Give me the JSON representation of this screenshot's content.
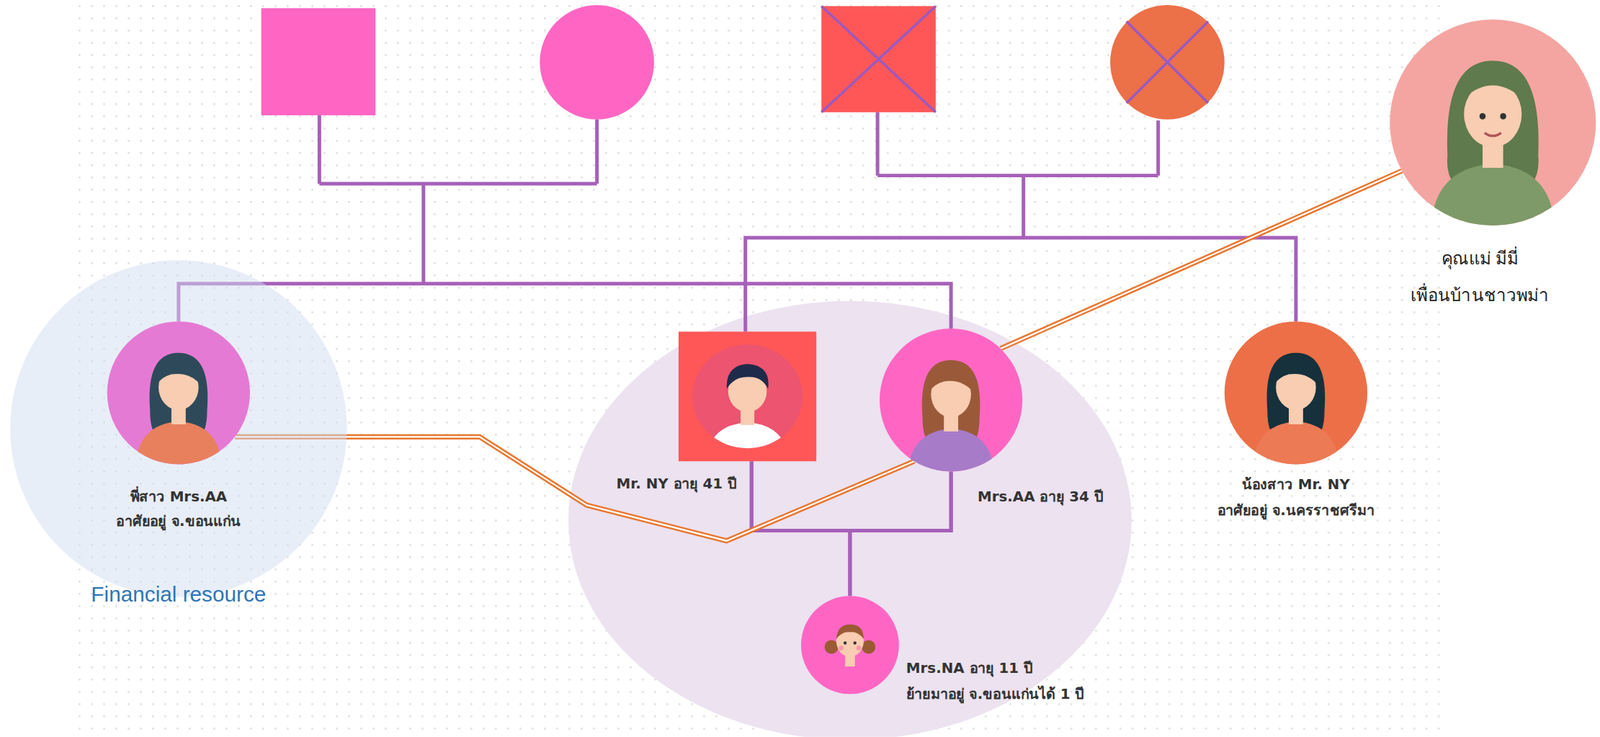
{
  "diagram": {
    "nodes": [
      {
        "text": [
          "คุณแม่ มีมี่",
          "เพื่อนบ้านชาวพม่า"
        ]
      },
      {
        "text": [
          "Financial resource"
        ]
      },
      {
        "text": [
          "พี่สาว Mrs.AA",
          "อาศัยอยู่ จ.ขอนแก่น"
        ],
        "in": 1
      },
      {
        "text": [
          "Mr. NY อายุ 41 ปี"
        ]
      },
      {
        "text": [
          "Mrs.AA อายุ 34 ปี"
        ]
      },
      {
        "text": [
          "น้องสาว Mr. NY",
          "อาศัยอยู่ จ.นครราชศรีมา"
        ]
      },
      {
        "text": [
          "Mrs.NA อายุ 11 ปี",
          "ย้ายมาอยู่ จ.ขอนแก่นได้ 1 ปี"
        ]
      }
    ],
    "edges": [
      {
        "from": 2,
        "to": 4,
        "arrow": "none"
      },
      {
        "from": 3,
        "to": 5,
        "arrow": "none"
      },
      {
        "from": 3,
        "to": 4,
        "arrow": "none"
      },
      {
        "from": 3,
        "to": 6,
        "arrow": "none"
      },
      {
        "from": 4,
        "to": 6,
        "arrow": "none"
      },
      {
        "from": 2,
        "to": 4,
        "arrow": "none"
      },
      {
        "from": 0,
        "to": 4,
        "arrow": "none"
      }
    ]
  }
}
